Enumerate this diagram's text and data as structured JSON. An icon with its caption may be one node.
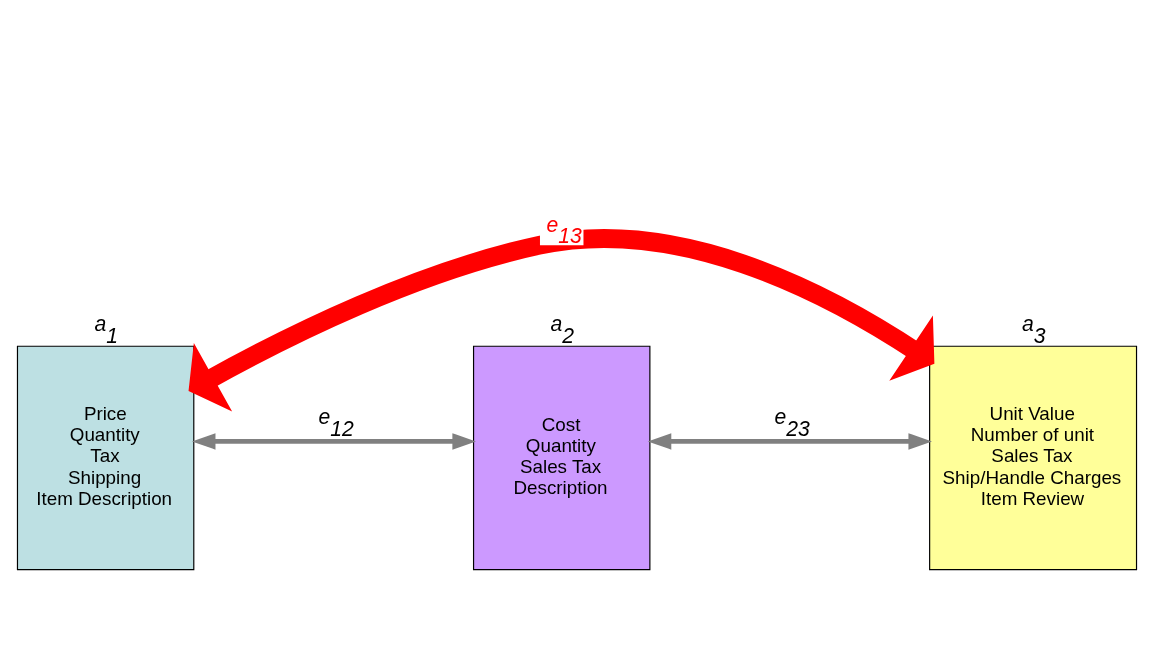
{
  "diagram": {
    "nodes": [
      {
        "text": [
          "a$_{1}$",
          "Price",
          "Quantity",
          "Tax",
          "Shipping",
          "Item Description"
        ]
      },
      {
        "text": [
          "a$_{2}$",
          "Cost",
          "Quantity",
          "Sales Tax",
          "Description"
        ]
      },
      {
        "text": [
          "a$_{3}$",
          "Unit Value",
          "Number of unit",
          "Sales Tax",
          "Ship/Handle Charges",
          "Item Review"
        ]
      }
    ],
    "edges": [
      {
        "from": 0,
        "to": 1,
        "arrow": "both",
        "label": "e$_{12}$"
      },
      {
        "from": 1,
        "to": 2,
        "arrow": "both",
        "label": "e$_{23}$"
      },
      {
        "from": 0,
        "to": 2,
        "arrow": "both",
        "label": "e$_{13}$",
        "style": "thick",
        "color": "#ff0000"
      }
    ]
  }
}
